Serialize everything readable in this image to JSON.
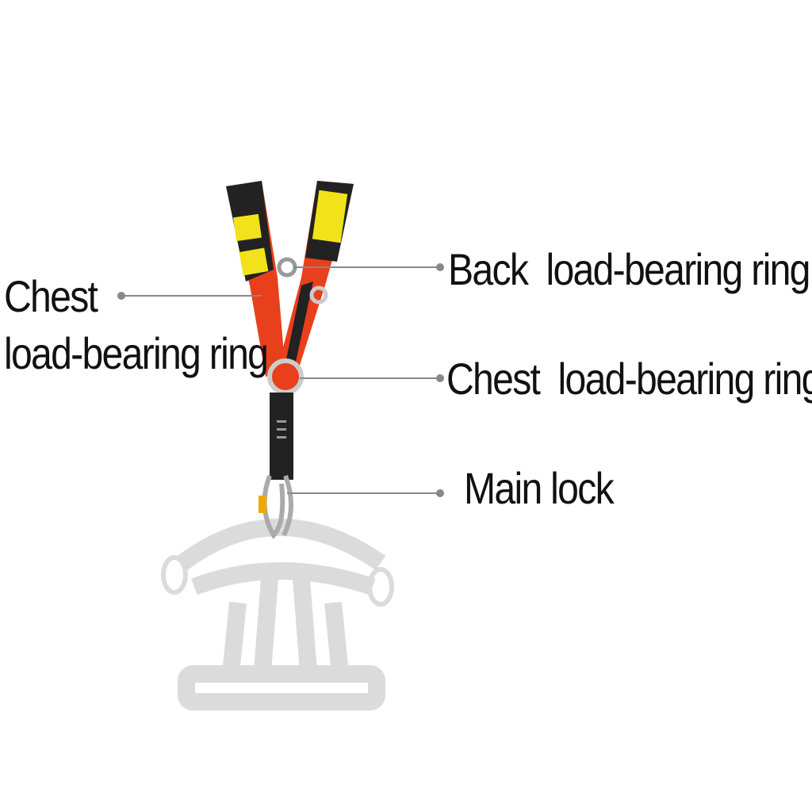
{
  "labels": {
    "chest_left_line1": "Chest",
    "chest_left_line2": "load-bearing ring",
    "back_ring": "Back  load-bearing ring",
    "chest_right": "Chest  load-bearing ring",
    "main_lock": "Main lock"
  },
  "colors": {
    "strap_orange": "#e8401c",
    "strap_black": "#222222",
    "reflective_yellow": "#f2e21a",
    "leader_line": "#888888",
    "faded_harness": "#d8d8d8"
  }
}
